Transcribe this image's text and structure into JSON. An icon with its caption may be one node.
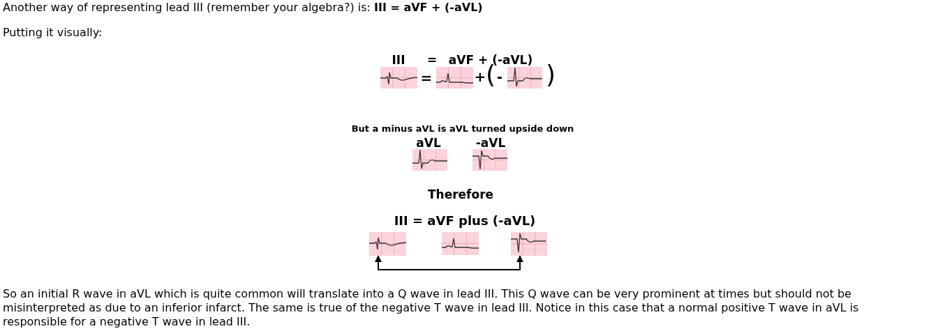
{
  "diagram": {
    "nodes": [
      {
        "text": [],
        "shape": "picture"
      },
      {
        "text": [],
        "shape": "picture"
      }
    ],
    "edges": [
      {
        "from": 0,
        "to": 1,
        "arrow": "both"
      }
    ],
    "labels": [
      "Another way of representing lead III (remember your algebra?) is: **III = aVF + (-aVL)**",
      "Putting it visually:",
      "III",
      "=",
      "aVF + (-aVL)",
      "=",
      "+",
      "(",
      "-",
      ")",
      "But a minus aVL is aVL turned upside down",
      "aVL",
      "-aVL",
      "Therefore",
      "III = aVF plus (-aVL)",
      "So an initial R wave in aVL which is quite common will translate into a Q wave in lead III. This Q wave can be very prominent at times but should not be misinterpreted as due to an inferior infarct. The same is true of the negative T wave in lead III. Notice in this case that a normal positive T wave in aVL is responsible for a negative T wave in lead III."
    ]
  }
}
